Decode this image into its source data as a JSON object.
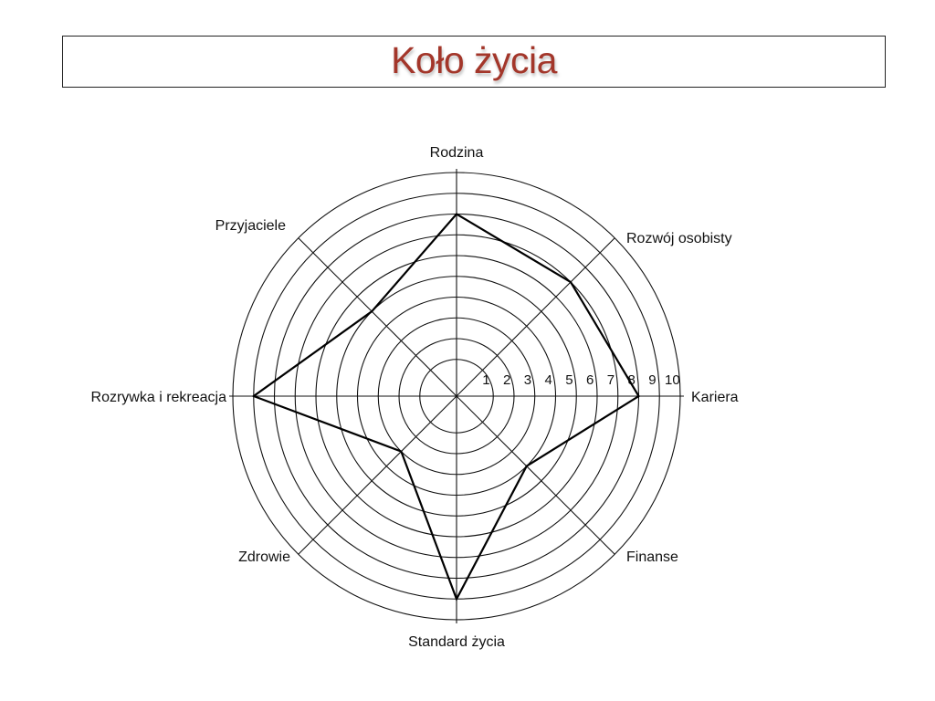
{
  "title": "Koło życia",
  "colors": {
    "title": "#a3362a",
    "grid": "#111111",
    "polygon": "#000000"
  },
  "chart_data": {
    "type": "radar",
    "title": "Koło życia",
    "categories": [
      "Rodzina",
      "Rozwój osobisty",
      "Kariera",
      "Finanse",
      "Standard życia",
      "Zdrowie",
      "Rozrywka i rekreacja",
      "Przyjaciele"
    ],
    "values": [
      8,
      7,
      8,
      4,
      9,
      3,
      9,
      5
    ],
    "scale_ticks": [
      "1",
      "2",
      "3",
      "4",
      "5",
      "6",
      "7",
      "8",
      "9",
      "10"
    ],
    "rlim": [
      0,
      10
    ],
    "grid": true
  }
}
